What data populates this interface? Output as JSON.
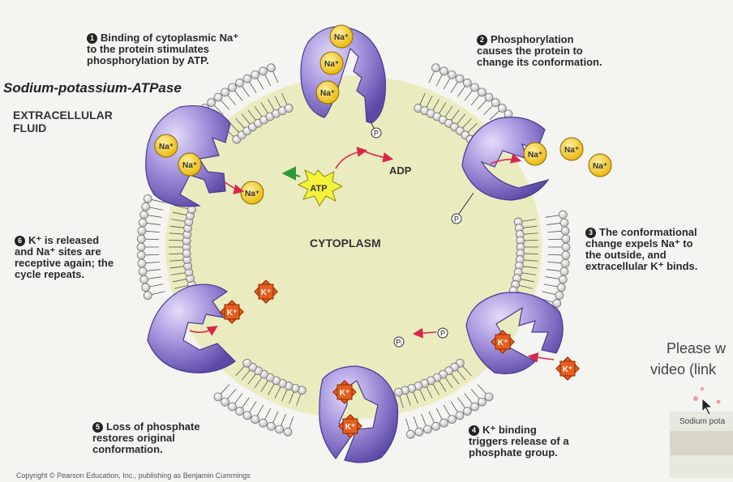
{
  "title": "Sodium-potassium-ATPase",
  "region_labels": {
    "extracellular": "EXTRACELLULAR\nFLUID",
    "cytoplasm": "CYTOPLASM"
  },
  "steps": [
    {
      "number": "1",
      "text": "Binding of cytoplasmic Na⁺\nto the protein stimulates\nphosphorylation by ATP."
    },
    {
      "number": "2",
      "text": "Phosphorylation\ncauses the protein to\nchange its conformation."
    },
    {
      "number": "3",
      "text": "The conformational\nchange expels Na⁺ to\nthe outside, and\nextracellular K⁺ binds."
    },
    {
      "number": "4",
      "text": "K⁺ binding\ntriggers release of a\nphosphate group."
    },
    {
      "number": "5",
      "text": "Loss of phosphate\nrestores original\nconformation."
    },
    {
      "number": "6",
      "text": "K⁺ is released\nand Na⁺ sites are\nreceptive again; the\ncycle repeats."
    }
  ],
  "molecules": {
    "sodium": "Na⁺",
    "potassium": "K⁺",
    "atp": "ATP",
    "adp": "ADP",
    "phosphate": "P",
    "inorganic_phosphate": "Pᵢ"
  },
  "side_panel": {
    "line1": "Please w",
    "line2": "video (link",
    "thumb_caption": "Sodium pota"
  },
  "copyright": "Copyright © Pearson Education, Inc., publishing as Benjamin Cummings",
  "colors": {
    "protein": "#8f7fd0",
    "sodium": "#f2c418",
    "potassium": "#e85d1c",
    "cytoplasm": "#eaecc0",
    "arrow": "#d8284a"
  }
}
